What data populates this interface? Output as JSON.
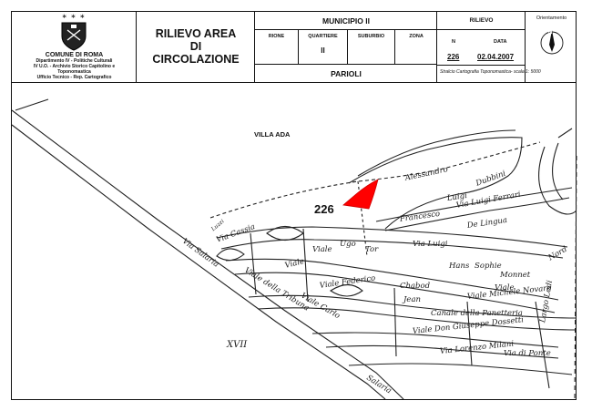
{
  "header": {
    "crown_marks": "∗ ∗ ∗",
    "org_name": "COMUNE DI ROMA",
    "org_lines": [
      "Dipartimento IV - Politiche Culturali",
      "IV U.O. - Archivio Storico Capitolino e",
      "Toponomastica",
      "Ufficio Tecnico - Rep. Cartografico"
    ],
    "title_lines": [
      "RILIEVO AREA",
      "DI",
      "CIRCOLAZIONE"
    ],
    "municipio": "MUNICIPIO II",
    "columns": [
      {
        "label": "RIONE",
        "value": ""
      },
      {
        "label": "QUARTIERE",
        "value": "II"
      },
      {
        "label": "SUBURBIO",
        "value": ""
      },
      {
        "label": "ZONA",
        "value": ""
      }
    ],
    "quarter_name": "PARIOLI",
    "rilievo_label": "RILIEVO",
    "n_label": "N",
    "n_value": "226",
    "data_label": "DATA",
    "data_value": "02.04.2007",
    "orientation_label": "Orientamento",
    "compass_letter": "N",
    "scale_note": "Stralcio Cartografia Toponomastica- scala 1: 5000"
  },
  "map": {
    "area_name": "VILLA ADA",
    "area_number": "226",
    "highlight_color": "#ff0000",
    "street_labels": [
      "Via Salaria",
      "Viale della Tribuna",
      "Viale Carlo",
      "Via Cassia",
      "Viale",
      "Ugo",
      "Tor",
      "Viale Federico",
      "Chabod",
      "Jean",
      "Viale Michele Novaro",
      "Viale Don Giuseppe Dossetti",
      "Via Lorenzo Milani",
      "Alessandro",
      "Via Luigi Ferrari",
      "Francesco",
      "De Lingua",
      "Via Luigi",
      "Hans",
      "Sophie",
      "Monnet",
      "Viale",
      "Canale della Panetteria",
      "Via di Ponte",
      "XVII",
      "Salaria",
      "Viale",
      "Largo Lodi",
      "Luigi",
      "Luzzi",
      "Dubbini",
      "Nord"
    ]
  }
}
